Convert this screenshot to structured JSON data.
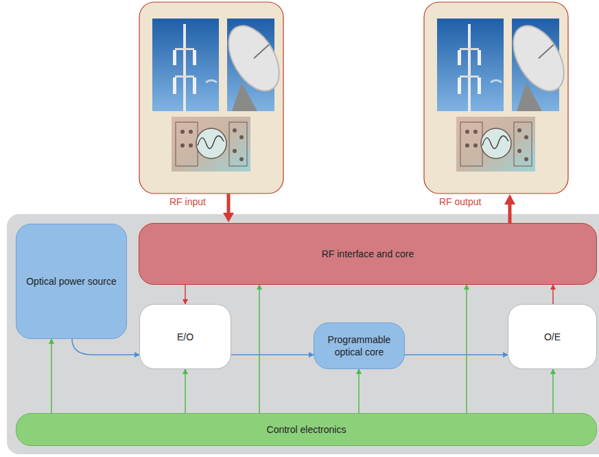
{
  "diagram": {
    "nodes": [
      {
        "text": [
          "RF interface and core"
        ]
      },
      {
        "text": [
          "Optical power source"
        ]
      },
      {
        "text": [
          "E/O"
        ]
      },
      {
        "text": [
          "Programmable optical core"
        ]
      },
      {
        "text": [
          "O/E"
        ]
      },
      {
        "text": [
          "Control electronics"
        ]
      }
    ],
    "edges": [
      {
        "from": 0,
        "to": 2,
        "arrow": "to"
      },
      {
        "from": 1,
        "to": 2,
        "arrow": "to"
      },
      {
        "from": 2,
        "to": 3,
        "arrow": "to"
      },
      {
        "from": 3,
        "to": 4,
        "arrow": "to"
      },
      {
        "from": 4,
        "to": 0,
        "arrow": "to"
      },
      {
        "from": 5,
        "to": 1,
        "arrow": "to"
      },
      {
        "from": 5,
        "to": 2,
        "arrow": "to"
      },
      {
        "from": 5,
        "to": 0,
        "arrow": "to"
      },
      {
        "from": 5,
        "to": 3,
        "arrow": "to"
      },
      {
        "from": 5,
        "to": 0,
        "arrow": "to"
      },
      {
        "from": 5,
        "to": 4,
        "arrow": "to"
      }
    ],
    "labels": [
      "RF input",
      "RF output"
    ]
  }
}
